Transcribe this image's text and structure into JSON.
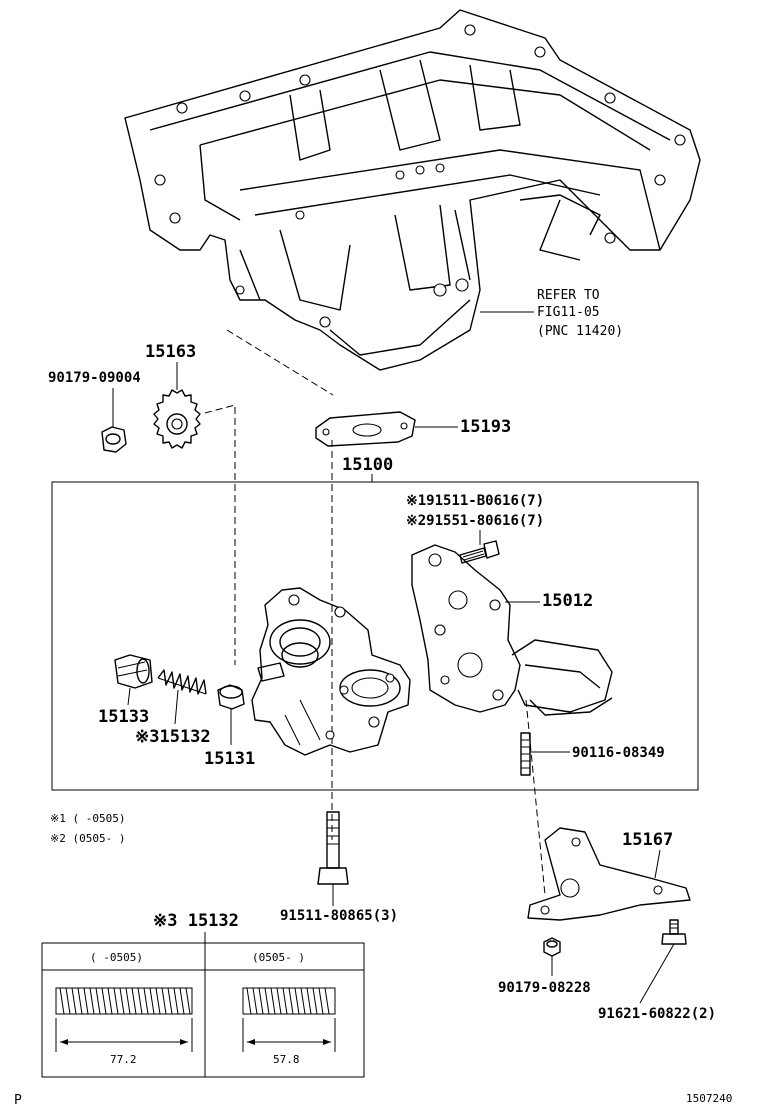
{
  "diagram": {
    "refer_note": {
      "line1": "REFER TO",
      "line2": "FIG11-05",
      "line3": "(PNC 11420)"
    },
    "labels": {
      "p15163": "15163",
      "p90179_09004": "90179-09004",
      "p15193": "15193",
      "p15100": "15100",
      "p91511_b0616": "※191511-B0616(7)",
      "p91551_80616": "※291551-80616(7)",
      "p15012": "15012",
      "p15133": "15133",
      "p15132": "※315132",
      "p15131": "15131",
      "p90116_08349": "90116-08349",
      "p15167": "15167",
      "p91511_80865": "91511-80865(3)",
      "p90179_08228": "90179-08228",
      "p91621_60822": "91621-60822(2)"
    },
    "notes": {
      "note1": "※1 (    -0505)",
      "note2": "※2 (0505-    )"
    },
    "spring_table": {
      "title": "※3 15132",
      "col1_header": "(    -0505)",
      "col2_header": "(0505-    )",
      "col1_length": "77.2",
      "col2_length": "57.8"
    },
    "footer": {
      "corner_letter": "P",
      "figure_id": "1507240"
    }
  }
}
